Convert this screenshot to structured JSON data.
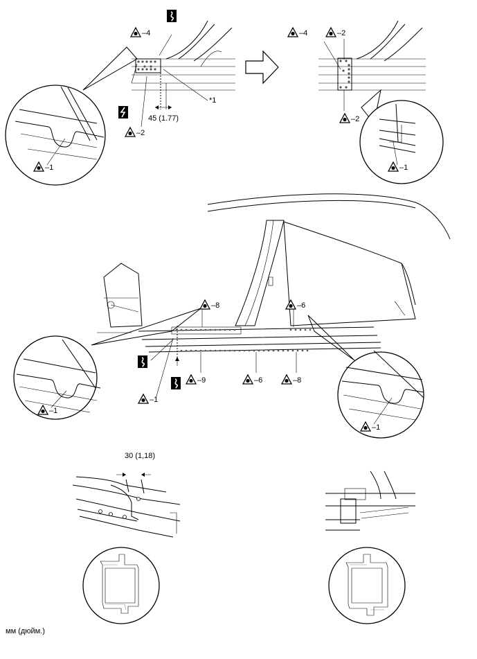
{
  "top": {
    "left": {
      "labels": {
        "ref4": "–4",
        "ref2": "–2",
        "ref1": "–1",
        "callout": "*1",
        "dimension": "45 (1.77)"
      }
    },
    "right": {
      "labels": {
        "ref4": "–4",
        "ref2a": "–2",
        "ref2b": "–2",
        "ref1": "–1"
      }
    }
  },
  "middle": {
    "labels": {
      "ref8a": "–8",
      "ref6a": "–6",
      "ref9": "–9",
      "ref6b": "–6",
      "ref8b": "–8",
      "ref1_main": "–1",
      "ref1_left": "–1",
      "ref1_right": "–1"
    }
  },
  "bottom": {
    "labels": {
      "dimension": "30 (1,18)"
    }
  },
  "footer": {
    "units": "мм (дюйм.)"
  }
}
